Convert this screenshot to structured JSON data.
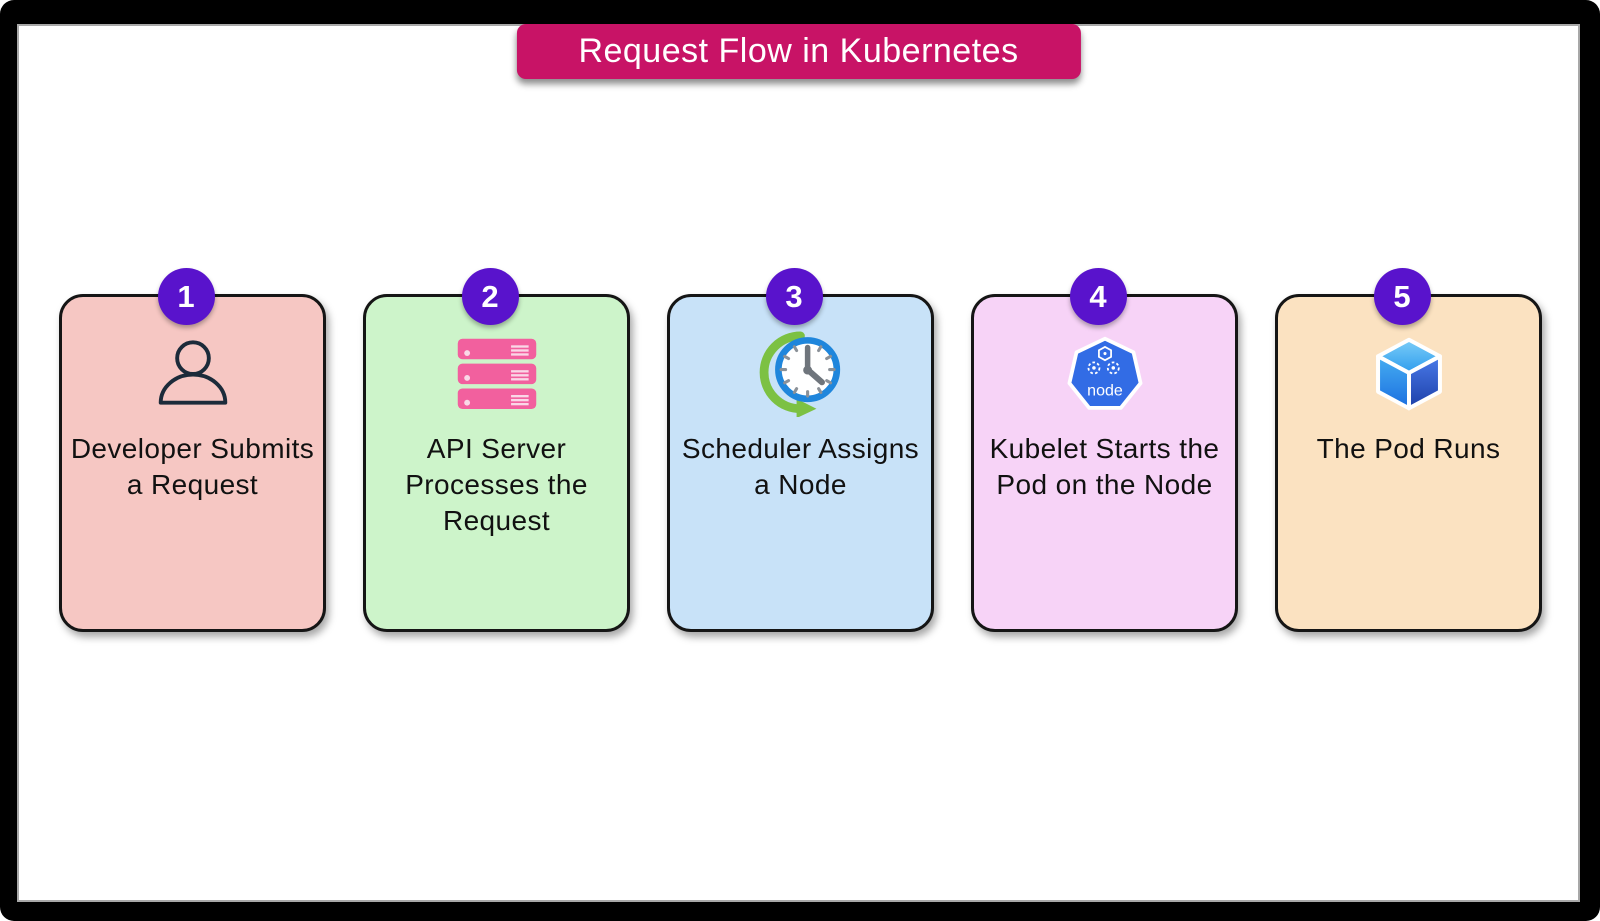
{
  "title": {
    "label": "Request Flow in Kubernetes"
  },
  "theme": {
    "banner_bg": "#c81366",
    "banner_text": "#ffffff",
    "badge_bg": "#5913cc",
    "badge_text": "#ffffff",
    "frame_color": "#000000",
    "canvas_bg": "#ffffff",
    "card_border": "#151515",
    "label_color": "#111111",
    "server_icon_pink": "#f2609e",
    "clock_ring_blue": "#1f86dc",
    "refresh_arrow_green": "#7cc143",
    "kubernetes_blue": "#326ce5",
    "person_outline": "#1c2b3a"
  },
  "steps": [
    {
      "number": "1",
      "label": "Developer Submits a Request",
      "card_bg": "#f6c7c3",
      "icon": "person-icon"
    },
    {
      "number": "2",
      "label": "API Server Processes the Request",
      "card_bg": "#cdf4ca",
      "icon": "server-stack-icon"
    },
    {
      "number": "3",
      "label": "Scheduler Assigns a Node",
      "card_bg": "#c8e2f8",
      "icon": "scheduler-clock-icon"
    },
    {
      "number": "4",
      "label": "Kubelet Starts the Pod on the Node",
      "card_bg": "#f7d3f7",
      "icon": "kubernetes-node-icon"
    },
    {
      "number": "5",
      "label": "The Pod Runs",
      "card_bg": "#fbe2c1",
      "icon": "pod-cube-icon"
    }
  ],
  "icons": {
    "node_badge_text": "node"
  }
}
